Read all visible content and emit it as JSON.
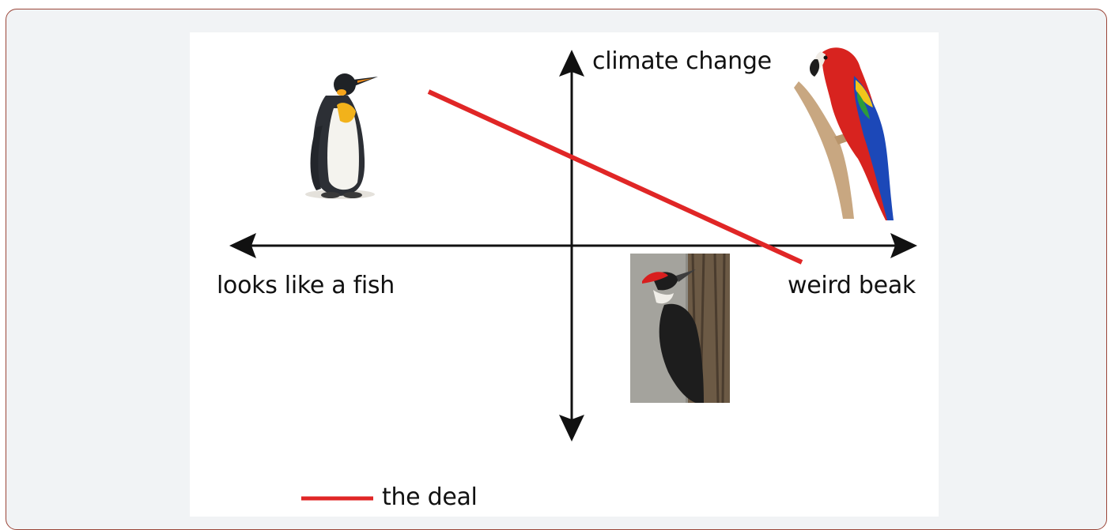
{
  "diagram": {
    "axis_labels": {
      "top": "climate change",
      "left": "looks like a fish",
      "right": "weird beak"
    },
    "legend": {
      "label": "the deal",
      "color": "#e02626"
    },
    "images": [
      "penguin",
      "parrot",
      "woodpecker"
    ]
  }
}
